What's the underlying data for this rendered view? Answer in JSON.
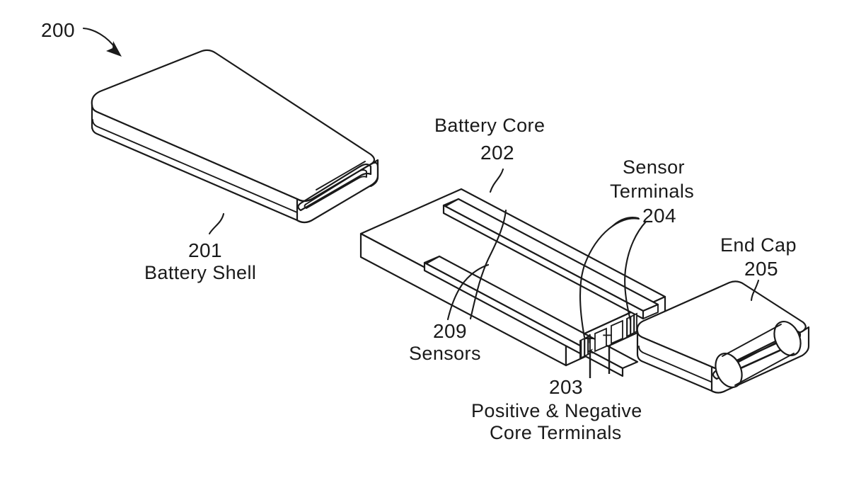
{
  "figure": {
    "number": "200",
    "title_number_label": "200",
    "background_color": "#ffffff",
    "line_color": "#1a1a1a"
  },
  "labels": {
    "figure_ref": "200",
    "shell_number": "201",
    "shell_name": "Battery Shell",
    "core_name": "Battery Core",
    "core_number": "202",
    "sensor_terminals_line1": "Sensor",
    "sensor_terminals_line2": "Terminals",
    "sensor_terminals_number": "204",
    "sensors_number": "209",
    "sensors_name": "Sensors",
    "core_terminals_number": "203",
    "core_terminals_line1": "Positive & Negative",
    "core_terminals_line2": "Core Terminals",
    "end_cap_name": "End Cap",
    "end_cap_number": "205",
    "plus_symbol": "+",
    "minus_symbol": "−"
  },
  "parts": [
    {
      "id": "201",
      "name": "Battery Shell",
      "description": "Hollow rounded rectangular tube shown in isometric view with open end facing right"
    },
    {
      "id": "202",
      "name": "Battery Core",
      "description": "Flat rectangular slab with two raised ridges on top surface and four terminal pads on the front-right end face"
    },
    {
      "id": "203",
      "name": "Positive & Negative Core Terminals",
      "description": "Two plain rectangular pads on the core end face marked with + and - arrows"
    },
    {
      "id": "204",
      "name": "Sensor Terminals",
      "description": "Two hatched rectangular pads flanking the core terminals on the core end face"
    },
    {
      "id": "205",
      "name": "End Cap",
      "description": "Short rounded rectangular cap with recessed inner opening"
    },
    {
      "id": "209",
      "name": "Sensors",
      "description": "Two elongated raised ridges running along the top of the battery core"
    }
  ]
}
